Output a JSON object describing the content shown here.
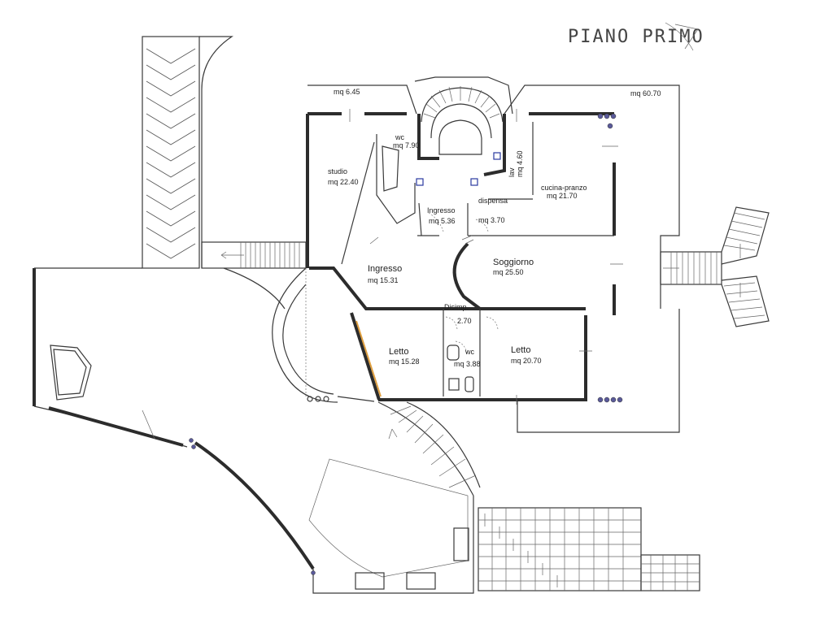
{
  "title": "PIANO PRIMO",
  "rooms": {
    "terrazzo_nw": "mq 6.45",
    "terrazzo_ne": "mq 60.70",
    "wc_top_name": "wc",
    "wc_top_area": "mq 7.90",
    "studio_name": "studio",
    "studio_area": "mq 22.40",
    "lav_name": "lav",
    "lav_area": "mq 4.60",
    "cucina_name": "cucina-pranzo",
    "cucina_area": "mq 21.70",
    "ingresso_small_name": "Ingresso",
    "ingresso_small_area": "mq 5.36",
    "dispensa_name": "dispensa",
    "dispensa_area": "mq 3.70",
    "ingresso_main_name": "Ingresso",
    "ingresso_main_area": "mq 15.31",
    "soggiorno_name": "Soggiorno",
    "soggiorno_area": "mq 25.50",
    "disimp_name": "Disimp.",
    "disimp_area": "2.70",
    "letto1_name": "Letto",
    "letto1_area": "mq 15.28",
    "wc_bottom_name": "wc",
    "wc_bottom_area": "mq 3.88",
    "letto2_name": "Letto",
    "letto2_area": "mq 20.70"
  }
}
